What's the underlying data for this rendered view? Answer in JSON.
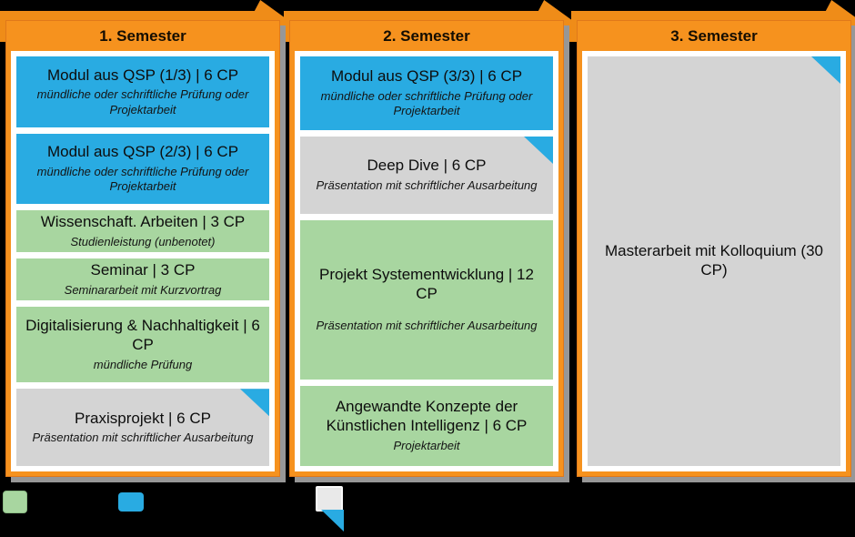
{
  "diagram": {
    "type": "study-plan",
    "colors": {
      "orange": "#f6921e",
      "blue_module": "#29abe2",
      "green_module": "#a8d6a0",
      "gray_module": "#d4d4d4",
      "background": "#000000",
      "shadow": "#979797"
    },
    "columns": [
      {
        "header": "1. Semester",
        "modules": [
          {
            "title": "Modul aus QSP (1/3) | 6 CP",
            "subtitle": "mündliche oder schriftliche Prüfung oder Projektarbeit",
            "color": "blue",
            "corner_marker": false
          },
          {
            "title": "Modul aus QSP (2/3) | 6 CP",
            "subtitle": "mündliche oder schriftliche Prüfung oder Projektarbeit",
            "color": "blue",
            "corner_marker": false
          },
          {
            "title": "Wissenschaft. Arbeiten | 3 CP",
            "subtitle": "Studienleistung (unbenotet)",
            "color": "green",
            "corner_marker": false
          },
          {
            "title": "Seminar | 3 CP",
            "subtitle": "Seminararbeit mit Kurzvortrag",
            "color": "green",
            "corner_marker": false
          },
          {
            "title": "Digitalisierung & Nachhaltigkeit | 6 CP",
            "subtitle": "mündliche Prüfung",
            "color": "green",
            "corner_marker": false
          },
          {
            "title": "Praxisprojekt | 6 CP",
            "subtitle": "Präsentation mit schriftlicher Ausarbeitung",
            "color": "gray",
            "corner_marker": true
          }
        ]
      },
      {
        "header": "2. Semester",
        "modules": [
          {
            "title": "Modul aus QSP (3/3) | 6 CP",
            "subtitle": "mündliche oder schriftliche Prüfung oder Projektarbeit",
            "color": "blue",
            "corner_marker": false
          },
          {
            "title": "Deep Dive | 6 CP",
            "subtitle": "Präsentation mit schriftlicher Ausarbeitung",
            "color": "gray",
            "corner_marker": true
          },
          {
            "title": "Projekt Systementwicklung | 12 CP",
            "subtitle": "Präsentation mit schriftlicher Ausarbeitung",
            "color": "green",
            "corner_marker": false
          },
          {
            "title": "Angewandte Konzepte der Künstlichen Intelligenz | 6 CP",
            "subtitle": "Projektarbeit",
            "color": "green",
            "corner_marker": false
          }
        ]
      },
      {
        "header": "3. Semester",
        "modules": [
          {
            "title": "Masterarbeit mit Kolloquium (30 CP)",
            "subtitle": "",
            "color": "gray",
            "corner_marker": true
          }
        ]
      }
    ],
    "legend": {
      "items": [
        {
          "swatch": "green-module-swatch",
          "label": ""
        },
        {
          "swatch": "blue-module-swatch",
          "label": ""
        },
        {
          "swatch": "gray-module-swatch-with-corner-triangle",
          "label": ""
        }
      ]
    }
  }
}
